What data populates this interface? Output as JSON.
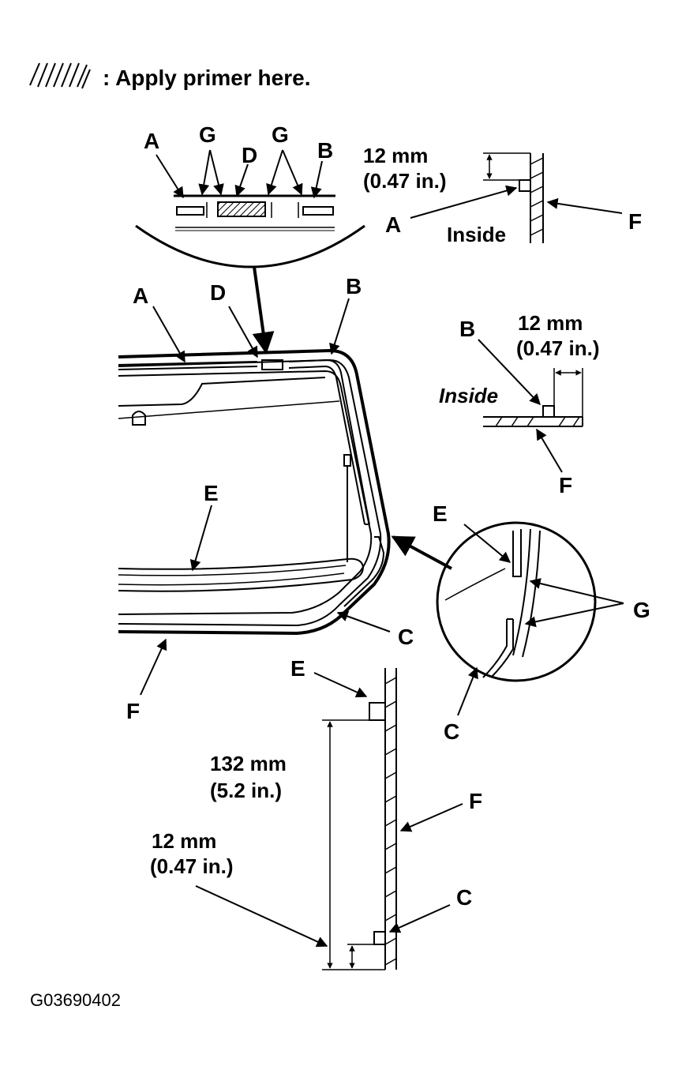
{
  "legend": {
    "text": ": Apply primer here.",
    "hatch_icon": "diagonal-hatch"
  },
  "labels": {
    "A": "A",
    "B": "B",
    "C": "C",
    "D": "D",
    "E": "E",
    "F": "F",
    "G": "G"
  },
  "top_section": {
    "dim_mm": "12 mm",
    "dim_in": "(0.47 in.)",
    "inside": "Inside"
  },
  "right_section": {
    "dim_mm": "12 mm",
    "dim_in": "(0.47 in.)",
    "inside": "Inside"
  },
  "bottom_section": {
    "long_mm": "132 mm",
    "long_in": "(5.2 in.)",
    "short_mm": "12 mm",
    "short_in": "(0.47 in.)"
  },
  "figure_code": "G03690402",
  "colors": {
    "ink": "#000000",
    "paper": "#ffffff"
  }
}
